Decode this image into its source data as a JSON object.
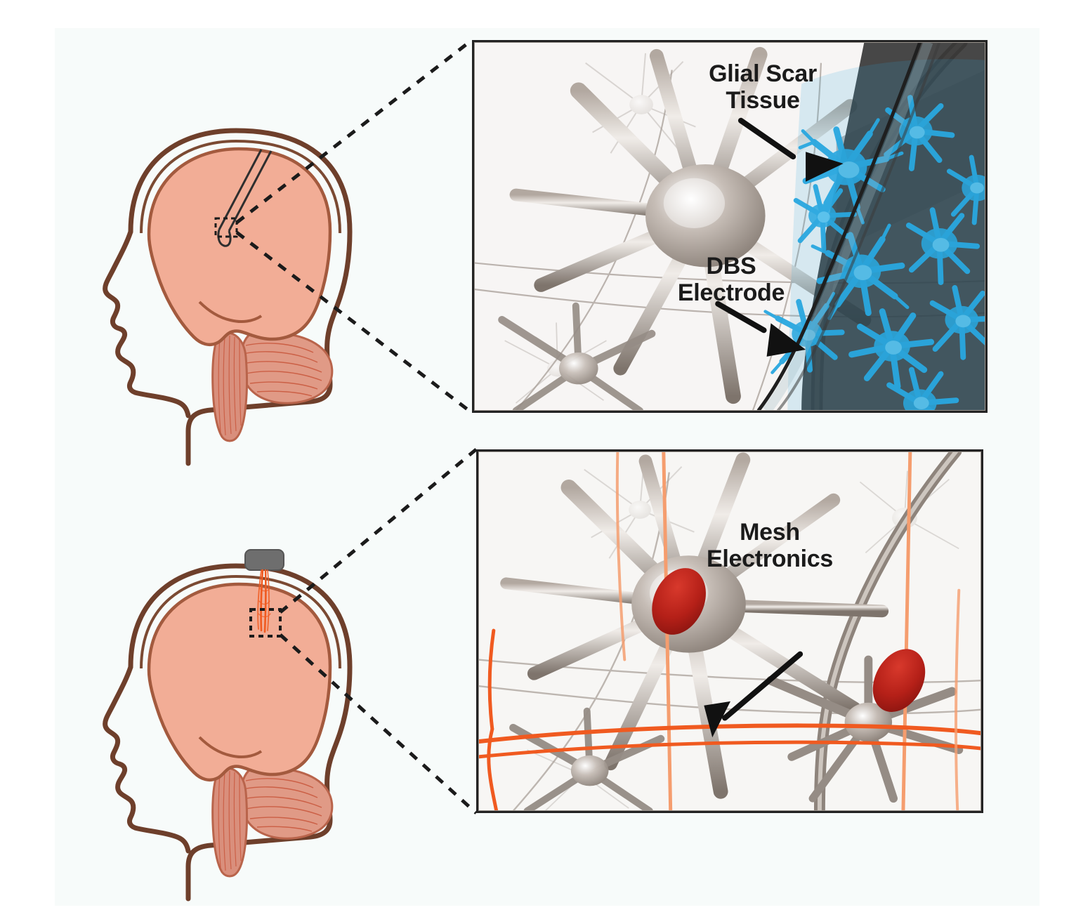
{
  "figure": {
    "background_color": "#f7fbfa",
    "panel_border_color": "#232323"
  },
  "palette": {
    "brain_fill": "#f2ad96",
    "brain_outline": "#7b4a33",
    "head_outline": "#6e3f2b",
    "cerebellum_fill": "#e09a86",
    "cerebellum_lines": "#c8553a",
    "brainstem_fill": "#d98f7c",
    "glia_blue": "#29a8e0",
    "glia_blue_dark": "#1b7fb0",
    "scar_dark": "#2b2b2b",
    "mesh_orange": "#f05a20",
    "mesh_orange_light": "#f59d6e",
    "electrode_pad_red": "#b52018",
    "module_gray": "#6e6e6e",
    "neuron_gray": "#8d8580",
    "leader_dash": "#1b1b1b"
  },
  "panels": {
    "dbs": {
      "name": "DBS electrode tissue response",
      "labels": [
        {
          "id": "glial",
          "text": "Glial Scar\nTissue"
        },
        {
          "id": "dbs",
          "text": "DBS\nElectrode"
        }
      ]
    },
    "mesh": {
      "name": "Mesh electronics tissue integration",
      "labels": [
        {
          "id": "mesh",
          "text": "Mesh\nElectronics"
        }
      ]
    }
  },
  "labels": {
    "glial_scar_tissue": "Glial Scar\nTissue",
    "dbs_electrode": "DBS\nElectrode",
    "mesh_electronics": "Mesh\nElectronics"
  },
  "diagrams": {
    "top": {
      "name": "head-with-dbs-electrode",
      "probe_type": "rigid-dbs-electrode",
      "probe_color": "#3a3a3a"
    },
    "bottom": {
      "name": "head-with-mesh-electronics",
      "probe_type": "flexible-mesh-electronics",
      "probe_color": "#f05a20",
      "module_color": "#6e6e6e"
    }
  }
}
